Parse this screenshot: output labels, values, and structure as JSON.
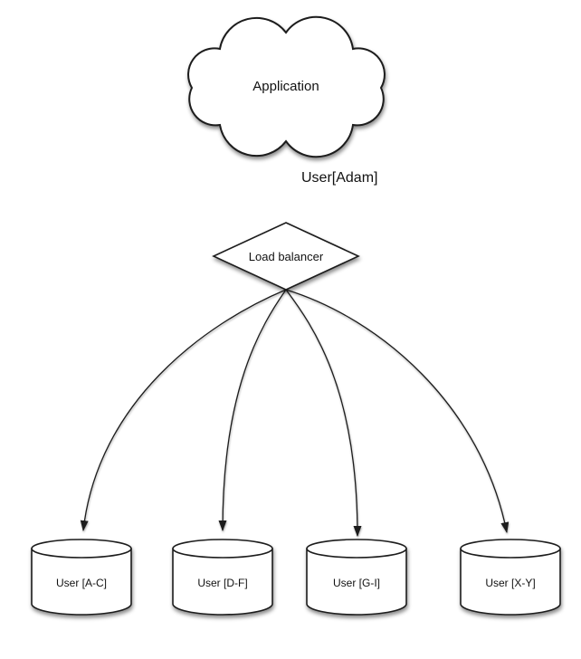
{
  "diagram": {
    "application": {
      "label": "Application"
    },
    "request": {
      "label": "User[Adam]"
    },
    "load_balancer": {
      "label": "Load balancer"
    },
    "databases": [
      {
        "label": "User [A-C]"
      },
      {
        "label": "User [D-F]"
      },
      {
        "label": "User [G-I]"
      },
      {
        "label": "User [X-Y]"
      }
    ],
    "colors": {
      "stroke": "#1c1c1c",
      "shape_fill": "#ffffff",
      "background": "#ffffff",
      "text": "#111111"
    }
  }
}
